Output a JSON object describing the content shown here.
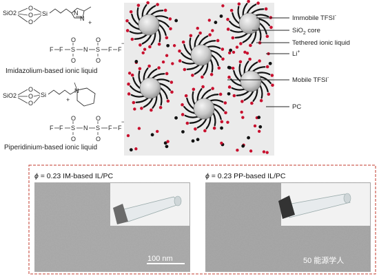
{
  "chem": {
    "top": {
      "sio2": "SiO2",
      "si": "Si",
      "o": "O",
      "n": "N",
      "plus": "+",
      "f": "F",
      "s": "S",
      "caption": "Imidazolium-based ionic liquid"
    },
    "bottom": {
      "sio2": "SiO2",
      "si": "Si",
      "o": "O",
      "n": "N",
      "plus": "+",
      "f": "F",
      "s": "S",
      "caption": "Piperidinium-based ionic liquid"
    }
  },
  "legend": {
    "immobile": "Immobile TFSI",
    "immobile_sup": "-",
    "core": "SiO",
    "core_sub": "2",
    "core_rest": " core",
    "tethered": "Tethered ionic liquid",
    "li": "Li",
    "li_sup": "+",
    "mobile": "Mobile TFSI",
    "mobile_sup": "-",
    "pc": "PC"
  },
  "panels": [
    {
      "phi_symbol": "ϕ",
      "label": " = 0.23 IM-based IL/PC",
      "scale": "100 nm"
    },
    {
      "phi_symbol": "ϕ",
      "label": " = 0.23 PP-based IL/PC",
      "watermark": "50 能源学人"
    }
  ],
  "colors": {
    "tfsi_red": "#c8102e",
    "li_black": "#111111",
    "schematic_bg": "#ebebeb",
    "dashed_frame": "#c0392b",
    "core_gray": "#bdbdbd"
  }
}
